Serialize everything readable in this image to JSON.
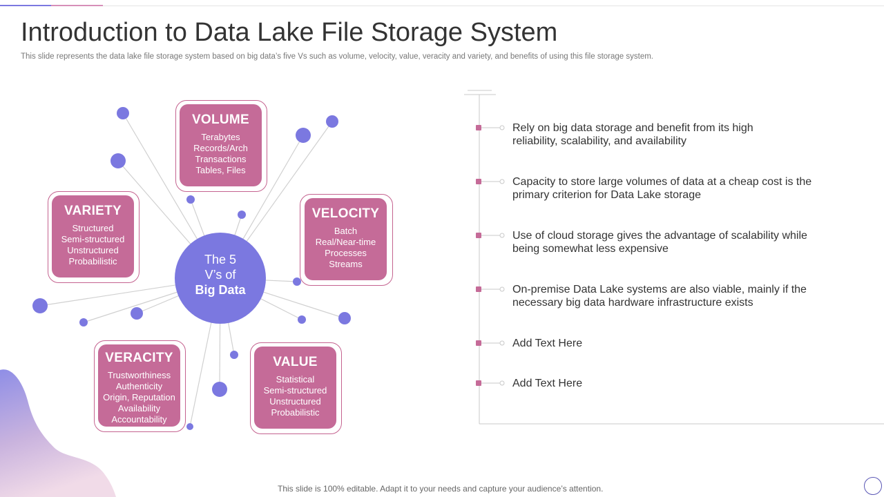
{
  "slide": {
    "title": "Introduction to Data Lake File Storage System",
    "subtitle": "This slide represents the data lake file storage system based on big data’s five Vs such as volume, velocity, value, veracity and variety, and benefits of using this file storage system.",
    "footer": "This slide is 100% editable. Adapt it to your needs and capture your audience’s attention."
  },
  "colors": {
    "accent_purple": "#7b78e0",
    "accent_pink": "#c56b98",
    "card_border": "#c4628f"
  },
  "center": {
    "line1": "The 5",
    "line2": "V’s of",
    "line3": "Big Data"
  },
  "cards": {
    "volume": {
      "heading": "VOLUME",
      "lines": [
        "Terabytes",
        "Records/Arch",
        "Transactions",
        "Tables, Files"
      ]
    },
    "velocity": {
      "heading": "VELOCITY",
      "lines": [
        "Batch",
        "Real/Near-time",
        "Processes",
        "Streams"
      ]
    },
    "value": {
      "heading": "VALUE",
      "lines": [
        "Statistical",
        "Semi-structured",
        "Unstructured",
        "Probabilistic"
      ]
    },
    "veracity": {
      "heading": "VERACITY",
      "lines": [
        "Trustworthiness",
        "Authenticity",
        "Origin, Reputation",
        "Availability",
        "Accountability"
      ]
    },
    "variety": {
      "heading": "VARIETY",
      "lines": [
        "Structured",
        "Semi-structured",
        "Unstructured",
        "Probabilistic"
      ]
    }
  },
  "benefits": [
    {
      "line1": "Rely on big data storage and benefit from its high",
      "line2": "reliability, scalability, and availability"
    },
    {
      "line1": "Capacity to store large volumes  of data at a cheap cost is the",
      "line2": "primary criterion for Data Lake storage"
    },
    {
      "line1": "Use of cloud storage gives the advantage of scalability while",
      "line2": "being somewhat less expensive"
    },
    {
      "line1": "On-premise Data Lake systems are also viable, mainly if the",
      "line2": "necessary big data hardware infrastructure  exists"
    },
    {
      "line1": "Add Text Here",
      "line2": ""
    },
    {
      "line1": "Add Text Here",
      "line2": ""
    }
  ]
}
